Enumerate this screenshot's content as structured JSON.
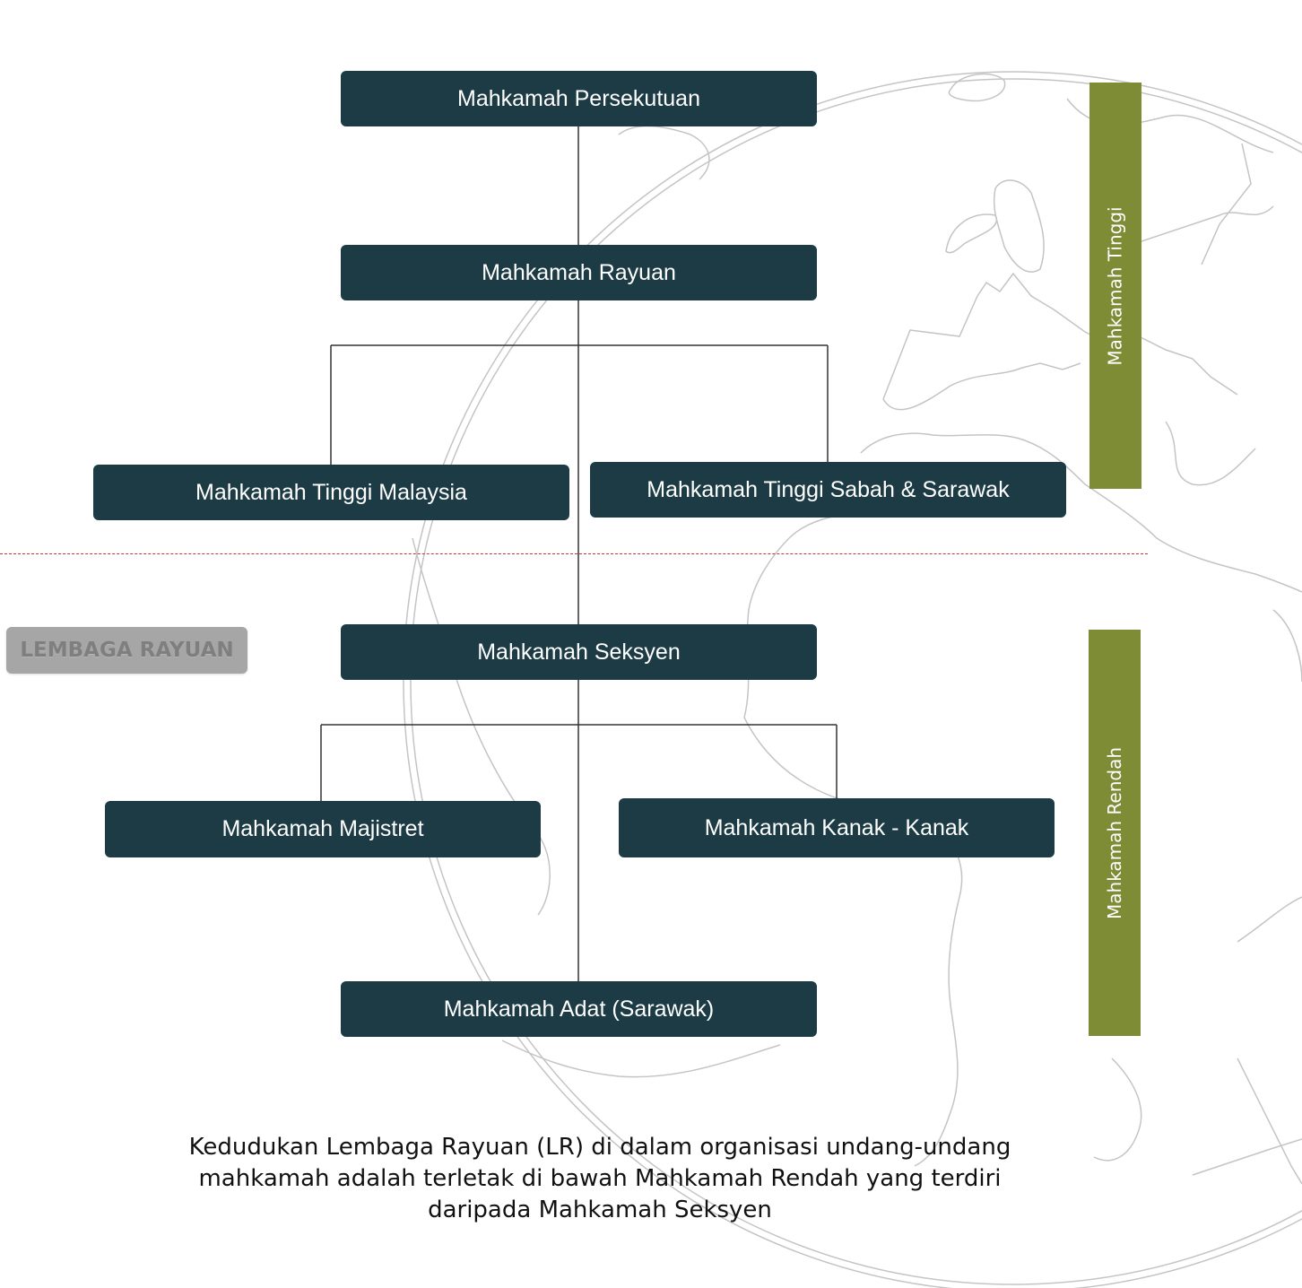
{
  "nodes": {
    "persekutuan": "Mahkamah Persekutuan",
    "rayuan": "Mahkamah Rayuan",
    "tinggi_malaysia": "Mahkamah Tinggi Malaysia",
    "tinggi_sabah_sarawak": "Mahkamah Tinggi Sabah & Sarawak",
    "seksyen": "Mahkamah Seksyen",
    "majistret": "Mahkamah Majistret",
    "kanak": "Mahkamah Kanak - Kanak",
    "adat": "Mahkamah Adat (Sarawak)"
  },
  "bands": {
    "tinggi": "Mahkamah Tinggi",
    "rendah": "Mahkamah Rendah"
  },
  "badge": "LEMBAGA RAYUAN",
  "caption": "Kedudukan Lembaga Rayuan (LR) di dalam organisasi undang-undang mahkamah adalah terletak di bawah Mahkamah Rendah yang terdiri daripada Mahkamah Seksyen",
  "colors": {
    "node": "#1c3b44",
    "band": "#7e8c36",
    "badge": "#a6a6a6",
    "divider": "#c0392b"
  }
}
